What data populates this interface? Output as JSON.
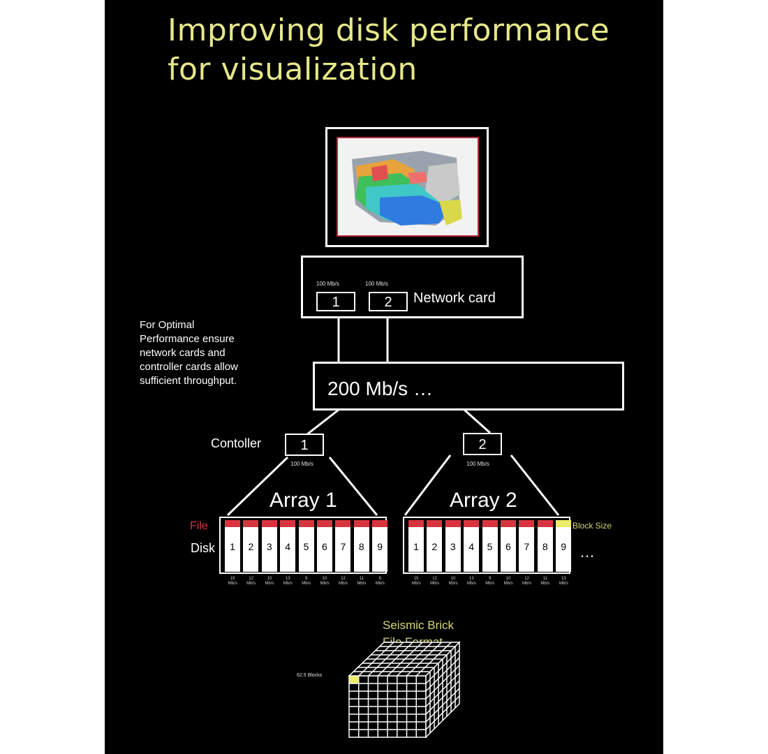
{
  "title": {
    "line1": "Improving disk performance",
    "line2": "for visualization"
  },
  "colors": {
    "background": "#000000",
    "title": "#e6e88a",
    "file_cap": "#d8343f",
    "block_cap": "#ecec6a",
    "label_yellow": "#d8d878"
  },
  "network": {
    "port1_speed": "100 Mb/s",
    "port1_label": "1",
    "port2_speed": "100 Mb/s",
    "port2_label": "2",
    "label": "Network card"
  },
  "note": {
    "lines": [
      "For Optimal",
      "Performance ensure",
      "network cards and",
      "controller cards allow",
      "sufficient throughput."
    ]
  },
  "bus": {
    "label": "200 Mb/s …"
  },
  "controllers": {
    "label": "Contoller",
    "c1": {
      "label": "1",
      "speed": "100 Mb/s"
    },
    "c2": {
      "label": "2",
      "speed": "100 Mb/s"
    }
  },
  "arrays": [
    {
      "label": "Array 1",
      "disks": [
        "1",
        "2",
        "3",
        "4",
        "5",
        "6",
        "7",
        "8",
        "9"
      ],
      "speeds": [
        [
          "15",
          "Mb/s"
        ],
        [
          "12",
          "Mb/s"
        ],
        [
          "10",
          "Mb/s"
        ],
        [
          "13",
          "Mb/s"
        ],
        [
          "9",
          "Mb/s"
        ],
        [
          "10",
          "Mb/s"
        ],
        [
          "12",
          "Mb/s"
        ],
        [
          "11",
          "Mb/s"
        ],
        [
          "8",
          "Mb/s"
        ]
      ]
    },
    {
      "label": "Array 2",
      "disks": [
        "1",
        "2",
        "3",
        "4",
        "5",
        "6",
        "7",
        "8",
        "9"
      ],
      "speeds": [
        [
          "15",
          "Mb/s"
        ],
        [
          "12",
          "Mb/s"
        ],
        [
          "10",
          "Mb/s"
        ],
        [
          "13",
          "Mb/s"
        ],
        [
          "9",
          "Mb/s"
        ],
        [
          "10",
          "Mb/s"
        ],
        [
          "12",
          "Mb/s"
        ],
        [
          "11",
          "Mb/s"
        ],
        [
          "13",
          "Mb/s"
        ]
      ]
    }
  ],
  "legend": {
    "file": "File",
    "disk": "Disk",
    "block_size": "Block Size",
    "ellipsis": "…"
  },
  "brick": {
    "title_line1": "Seismic Brick",
    "title_line2": "File Format",
    "block_label": "62.5 Blocks"
  }
}
